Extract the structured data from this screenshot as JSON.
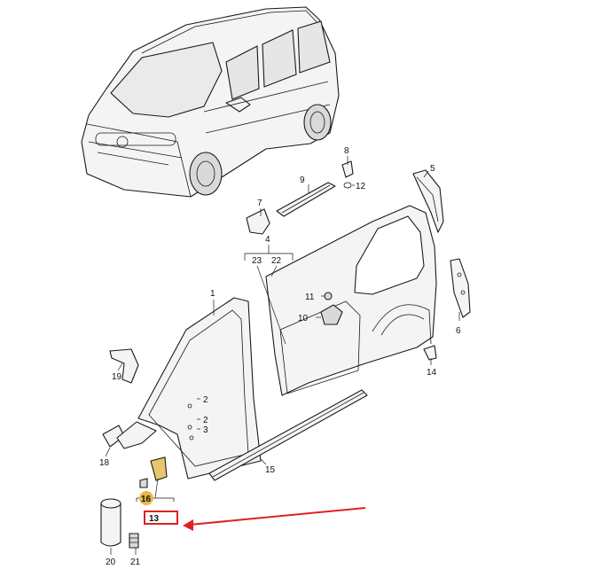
{
  "callouts": {
    "p1": "1",
    "p2a": "2",
    "p2b": "2",
    "p3": "3",
    "p4": "4",
    "p5": "5",
    "p6": "6",
    "p7": "7",
    "p8": "8",
    "p9": "9",
    "p10": "10",
    "p11": "11",
    "p12": "12",
    "p13": "13",
    "p14": "14",
    "p15": "15",
    "p16": "16",
    "p18": "18",
    "p19": "19",
    "p20": "20",
    "p21": "21",
    "p22": "22",
    "p23": "23"
  },
  "highlight": {
    "circle_color": "#e8b948",
    "box_color": "#e02020",
    "arrow_color": "#e02020"
  }
}
